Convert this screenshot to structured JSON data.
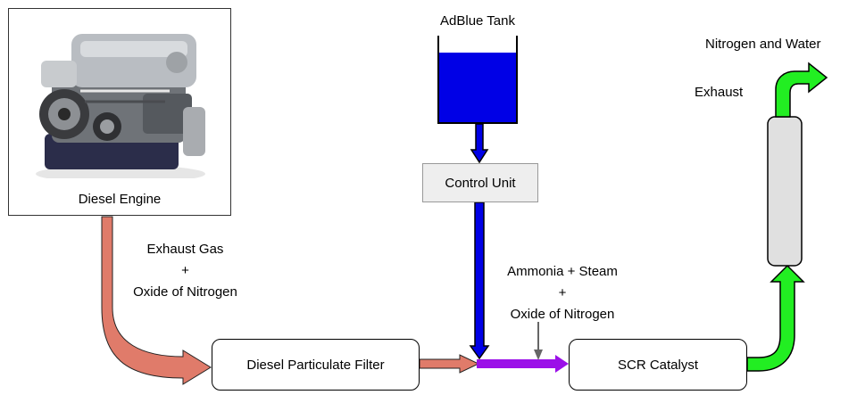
{
  "nodes": {
    "engine": {
      "label": "Diesel Engine"
    },
    "adblue_tank": {
      "label": "AdBlue Tank"
    },
    "control_unit": {
      "label": "Control Unit"
    },
    "dpf": {
      "label": "Diesel Particulate Filter"
    },
    "scr": {
      "label": "SCR Catalyst"
    }
  },
  "edge_labels": {
    "exhaust_gas": {
      "line1": "Exhaust Gas",
      "plus": "+",
      "line2": "Oxide of Nitrogen"
    },
    "ammonia": {
      "line1": "Ammonia + Steam",
      "plus": "+",
      "line2": "Oxide of Nitrogen"
    },
    "exhaust": "Exhaust",
    "output": "Nitrogen and Water"
  },
  "colors": {
    "salmon_pipe": "#e07b6a",
    "adblue": "#0000e6",
    "mix_pipe": "#9b10e8",
    "green_pipe": "#22ee22",
    "control_unit_fill": "#eeeeee",
    "muffler_fill": "#e0e0e0"
  }
}
